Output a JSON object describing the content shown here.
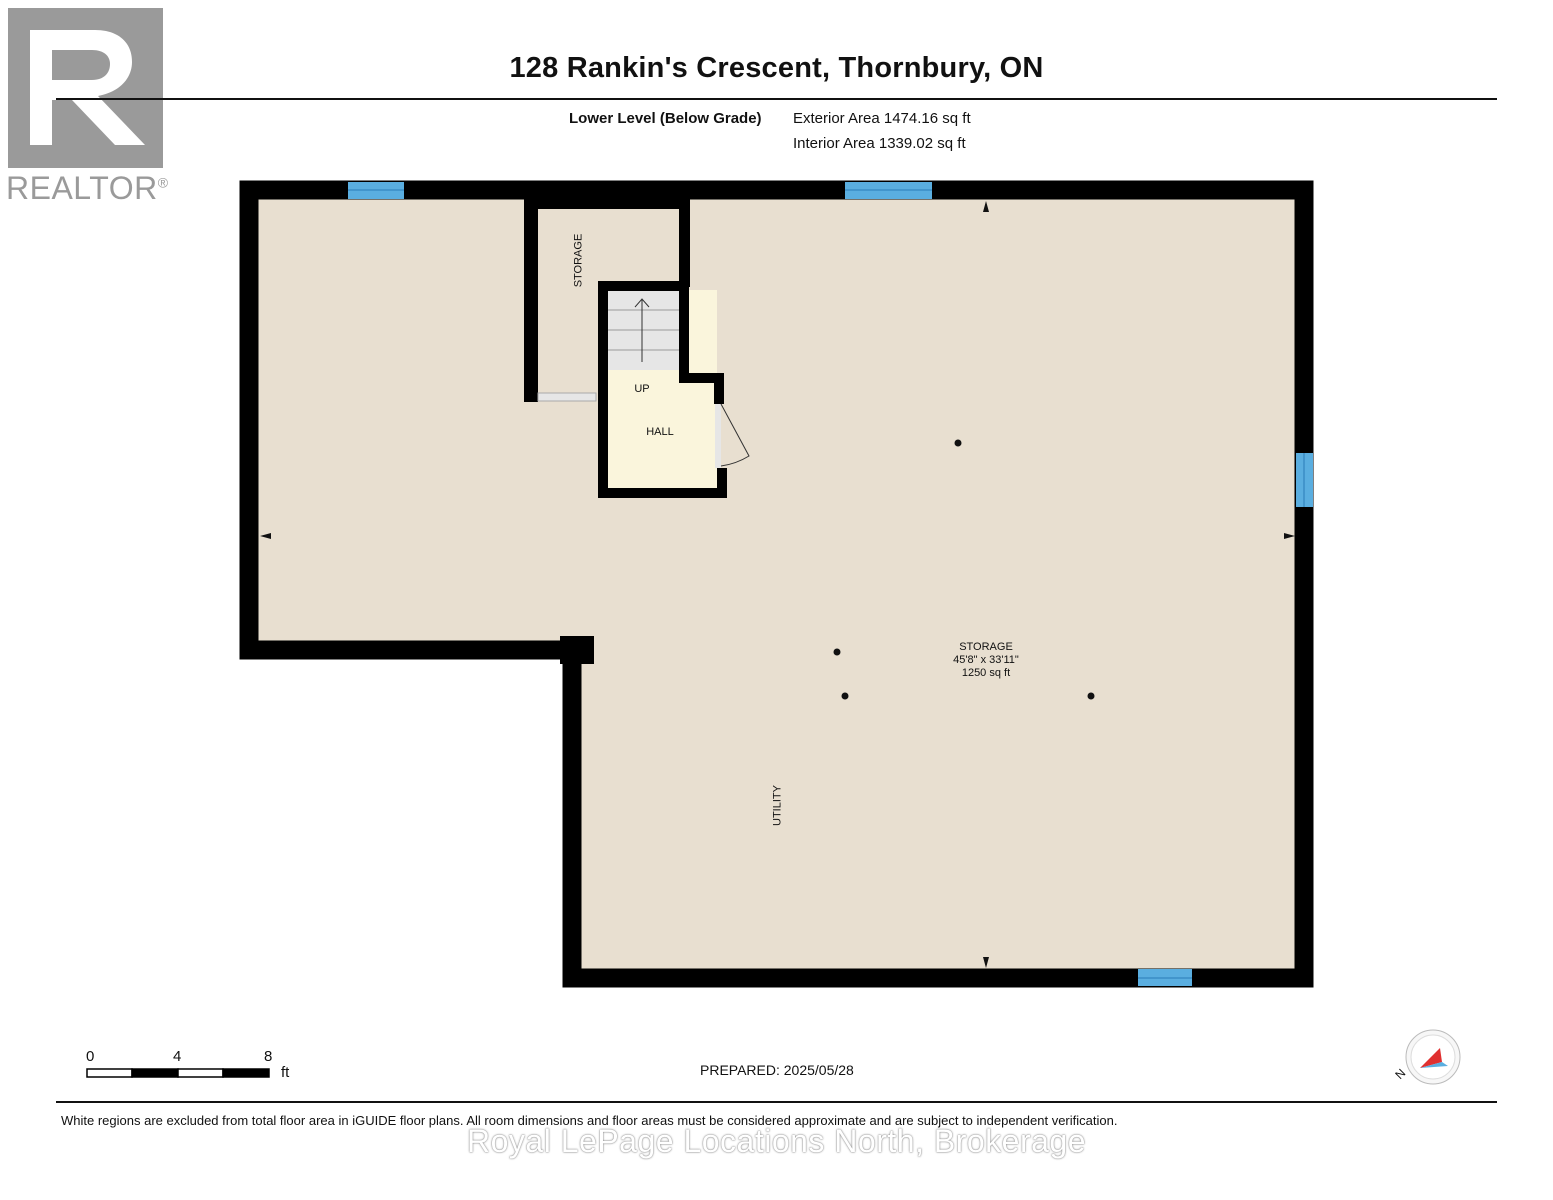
{
  "header": {
    "title": "128 Rankin's Crescent, Thornbury, ON",
    "level_name": "Lower Level (Below Grade)",
    "exterior_area": "Exterior Area 1474.16 sq ft",
    "interior_area": "Interior Area 1339.02 sq ft"
  },
  "logo": {
    "text": "REALTOR",
    "mark": "®",
    "color": "#9a9a9a"
  },
  "rooms": {
    "storage_small": "STORAGE",
    "stairs_label": "UP",
    "hall": "HALL",
    "storage_main": {
      "name": "STORAGE",
      "dims": "45'8\" x 33'11\"",
      "area": "1250 sq ft"
    },
    "utility": "UTILITY"
  },
  "scale_bar": {
    "ticks": [
      "0",
      "4",
      "8"
    ],
    "unit": "ft"
  },
  "footer": {
    "prepared": "PREPARED: 2025/05/28",
    "disclaimer": "White regions are excluded from total floor area in iGUIDE floor plans. All room dimensions and floor areas must be considered approximate and are subject to independent verification.",
    "watermark": "Royal LePage Locations North, Brokerage"
  },
  "compass": {
    "label": "N"
  },
  "colors": {
    "wall": "#000000",
    "floor": "#e8dfd0",
    "hall_floor": "#faf5dc",
    "stairs": "#e6e6e6",
    "window": "#5aaee0",
    "compass_needle": "#e03030"
  }
}
